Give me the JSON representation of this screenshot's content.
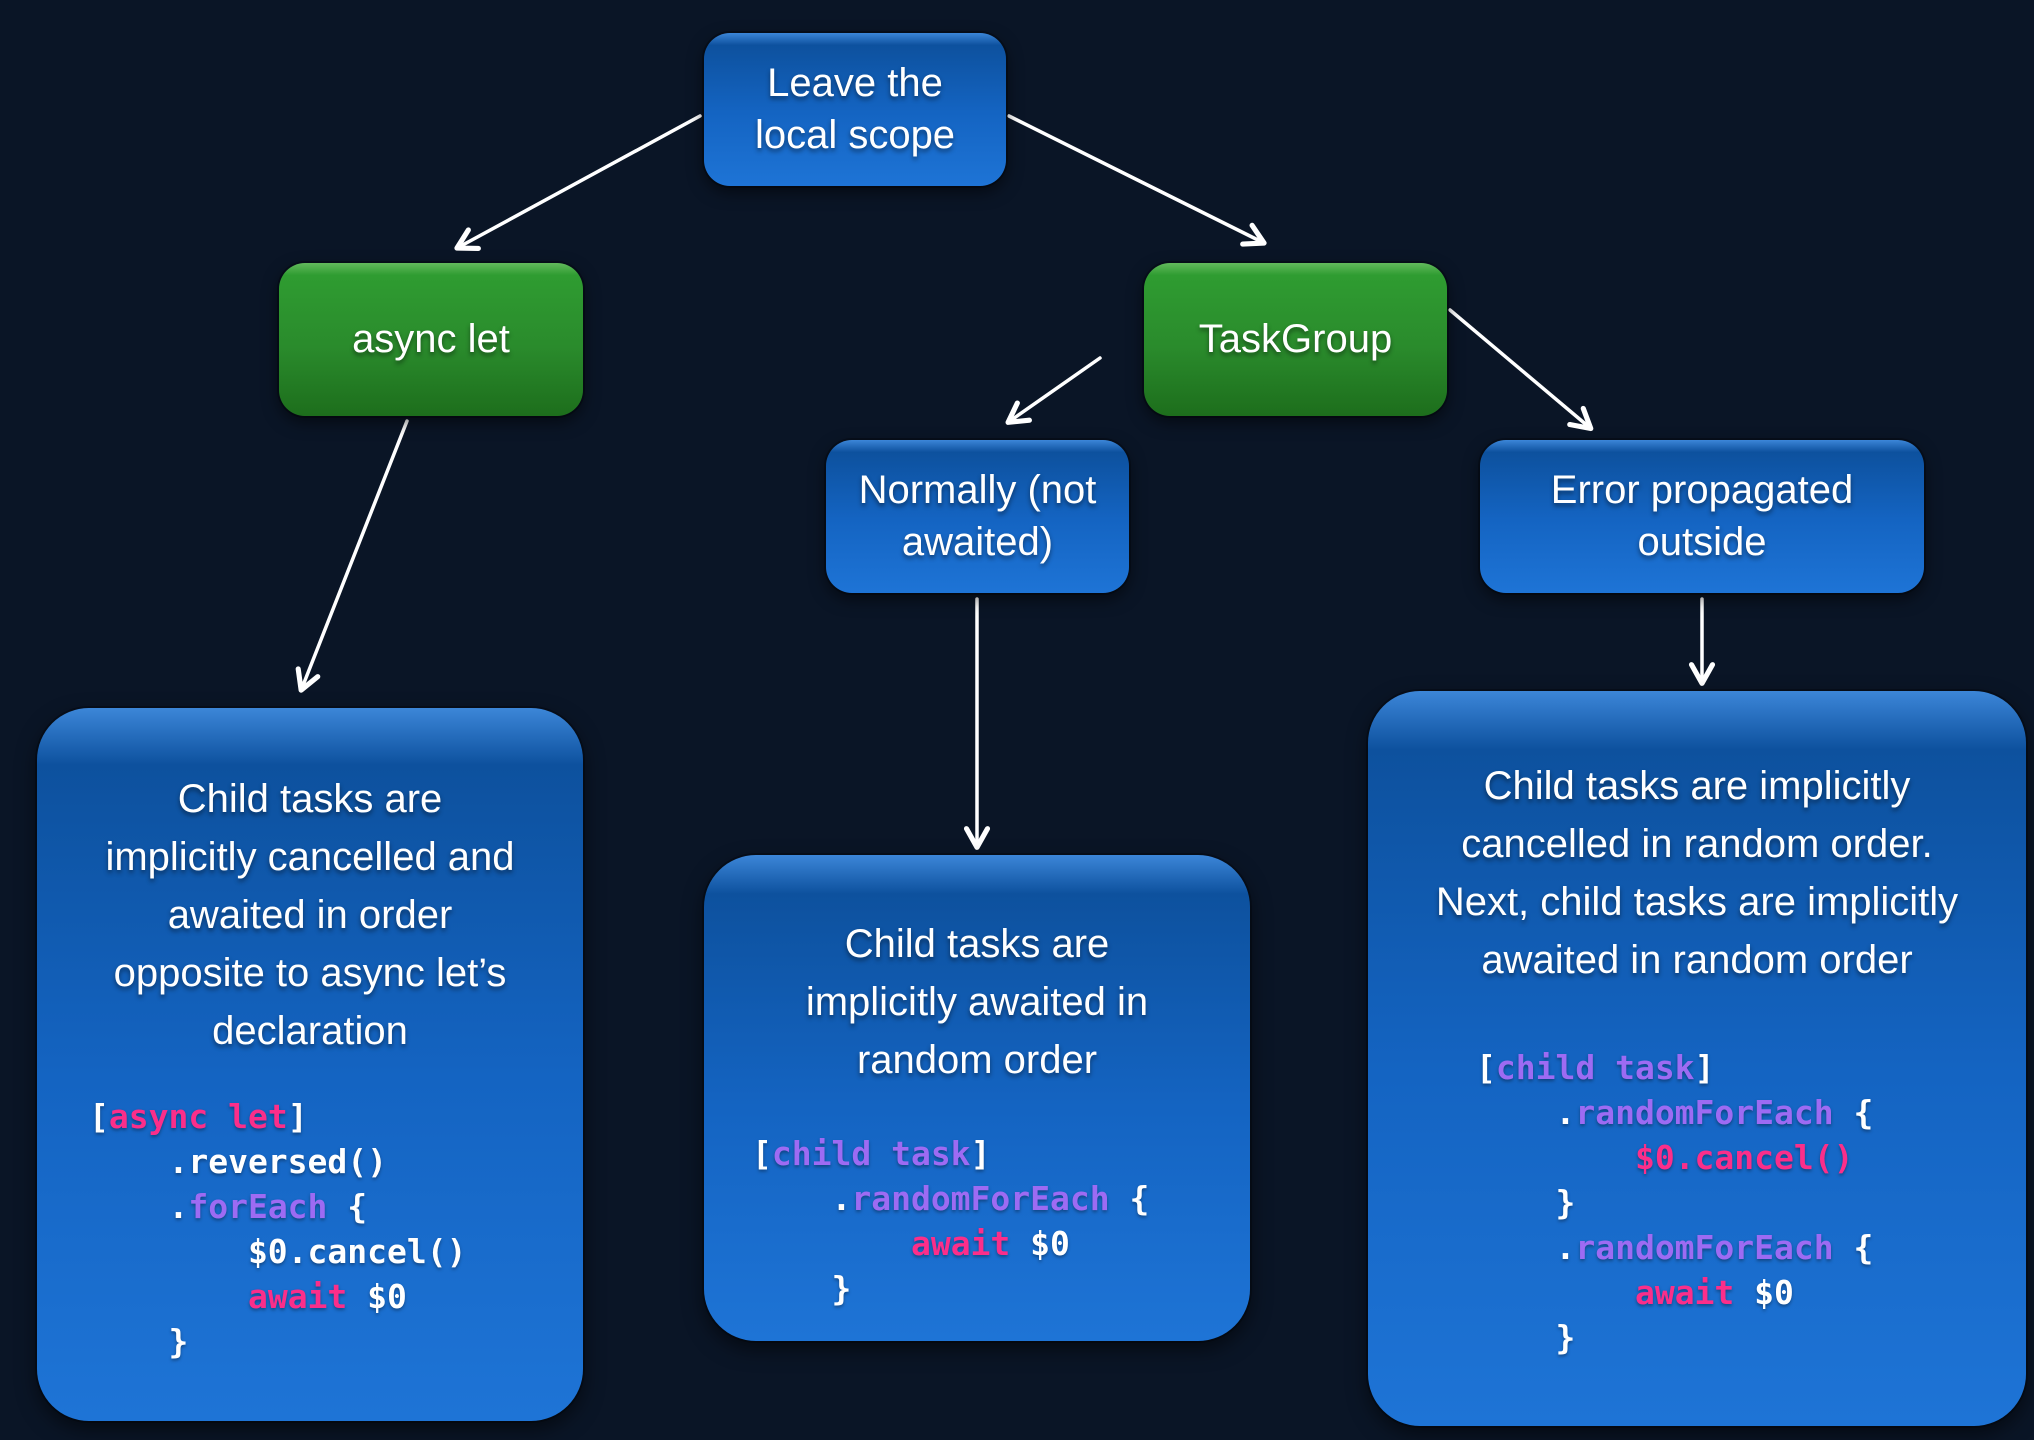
{
  "colors": {
    "background": "#0a1526",
    "text": "#ffffff",
    "arrow": "#ffffff",
    "box_blue_hi": "#3c86d8",
    "box_blue_top": "#0d519e",
    "box_blue_mid": "#1464c2",
    "box_blue_bottom": "#1e74d6",
    "box_green_hi": "#63b95c",
    "box_green_top": "#2f9c31",
    "box_green_mid": "#2a8b2c",
    "box_green_bottom": "#1d6e1c",
    "code_white": "#ffffff",
    "code_pink": "#fb2e8a",
    "code_purple": "#9d6bf3"
  },
  "nodes": {
    "root": {
      "label": "Leave the\nlocal scope"
    },
    "async_let": {
      "label": "async let"
    },
    "task_group": {
      "label": "TaskGroup"
    },
    "normally": {
      "label": "Normally (not\nawaited)"
    },
    "error": {
      "label": "Error propagated\noutside"
    }
  },
  "details": {
    "async_let": {
      "text": "Child tasks are\nimplicitly cancelled and\nawaited in order\nopposite to async let’s\ndeclaration",
      "code": [
        [
          [
            "[",
            "w"
          ],
          [
            "async let",
            "p"
          ],
          [
            "]",
            "w"
          ]
        ],
        [
          [
            "    .reversed()",
            "w"
          ]
        ],
        [
          [
            "    .",
            "w"
          ],
          [
            "forEach",
            "v"
          ],
          [
            " {",
            "w"
          ]
        ],
        [
          [
            "        $0.cancel()",
            "w"
          ]
        ],
        [
          [
            "        ",
            "w"
          ],
          [
            "await",
            "p"
          ],
          [
            " $0",
            "w"
          ]
        ],
        [
          [
            "    }",
            "w"
          ]
        ]
      ]
    },
    "normally": {
      "text": "Child tasks are\nimplicitly awaited in\nrandom order",
      "code": [
        [
          [
            "[",
            "w"
          ],
          [
            "child task",
            "v"
          ],
          [
            "]",
            "w"
          ]
        ],
        [
          [
            "    .",
            "w"
          ],
          [
            "randomForEach",
            "v"
          ],
          [
            " {",
            "w"
          ]
        ],
        [
          [
            "        ",
            "w"
          ],
          [
            "await",
            "p"
          ],
          [
            " $0",
            "w"
          ]
        ],
        [
          [
            "    }",
            "w"
          ]
        ]
      ]
    },
    "error": {
      "text": "Child tasks are implicitly\ncancelled in random order.\nNext, child tasks are implicitly\nawaited in random order",
      "code": [
        [
          [
            "[",
            "w"
          ],
          [
            "child task",
            "v"
          ],
          [
            "]",
            "w"
          ]
        ],
        [
          [
            "    .",
            "w"
          ],
          [
            "randomForEach",
            "v"
          ],
          [
            " {",
            "w"
          ]
        ],
        [
          [
            "        ",
            "w"
          ],
          [
            "$0.cancel()",
            "p"
          ]
        ],
        [
          [
            "    }",
            "w"
          ]
        ],
        [
          [
            "    .",
            "w"
          ],
          [
            "randomForEach",
            "v"
          ],
          [
            " {",
            "w"
          ]
        ],
        [
          [
            "        ",
            "w"
          ],
          [
            "await",
            "p"
          ],
          [
            " $0",
            "w"
          ]
        ],
        [
          [
            "    }",
            "w"
          ]
        ]
      ]
    }
  }
}
